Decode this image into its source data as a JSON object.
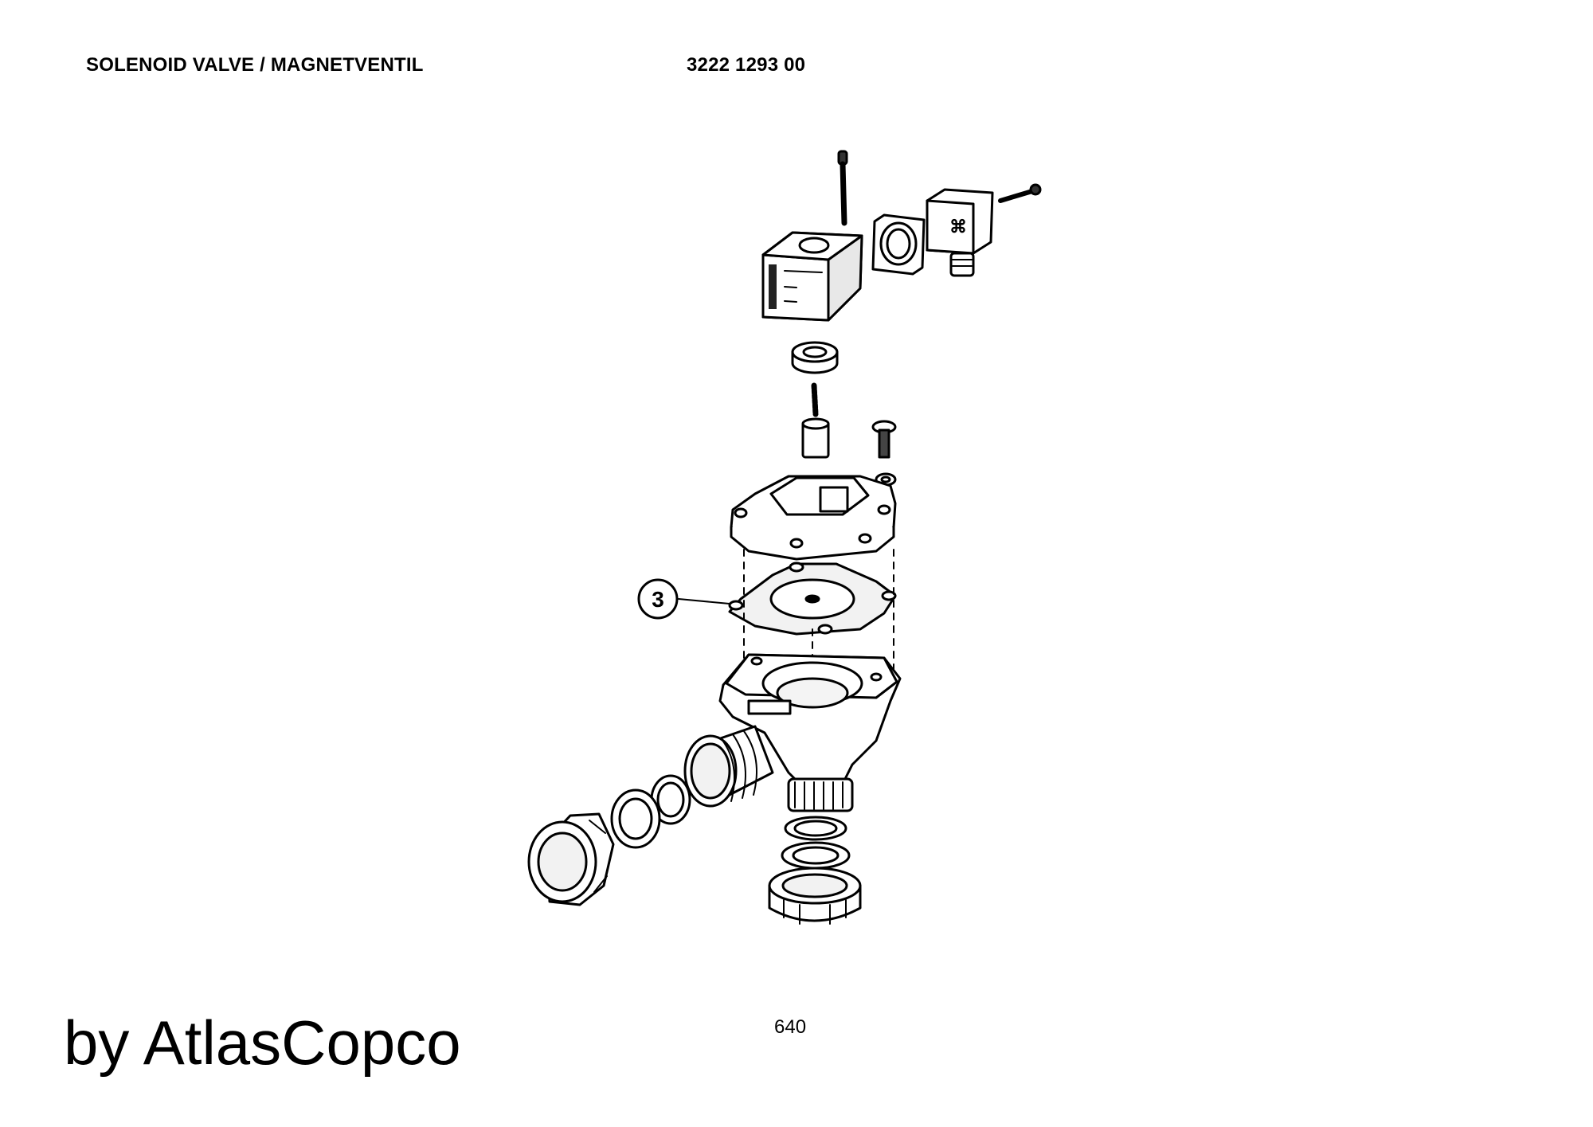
{
  "header": {
    "title": "SOLENOID VALVE / MAGNETVENTIL",
    "part_number": "3222 1293 00"
  },
  "drawing": {
    "callouts": [
      {
        "label": "3"
      }
    ]
  },
  "footer": {
    "page_number": "640",
    "brand": "by AtlasCopco"
  }
}
